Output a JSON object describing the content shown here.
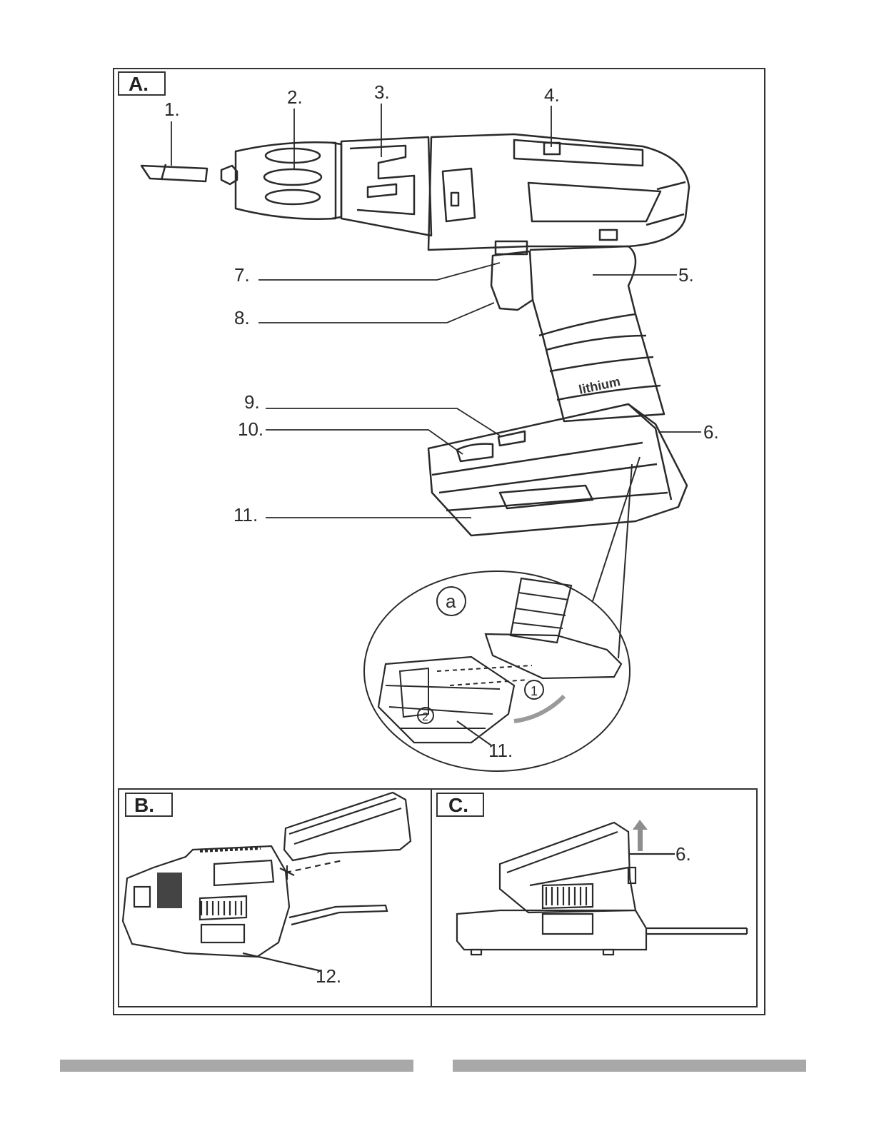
{
  "panels": {
    "a": {
      "title": "A."
    },
    "b": {
      "title": "B."
    },
    "c": {
      "title": "C."
    }
  },
  "callouts": {
    "n1": "1.",
    "n2": "2.",
    "n3": "3.",
    "n4": "4.",
    "n5": "5.",
    "n6": "6.",
    "n7": "7.",
    "n8": "8.",
    "n9": "9.",
    "n10": "10.",
    "n11": "11.",
    "n12": "12.",
    "detail_11": "11.",
    "c_6": "6."
  },
  "detail": {
    "marker": "a",
    "step1": "1",
    "step2": "2"
  },
  "brand_text": "lithium",
  "colors": {
    "line": "#2a2a2a",
    "footer_bar": "#a8a8a8",
    "arrow": "#9a9a9a"
  }
}
